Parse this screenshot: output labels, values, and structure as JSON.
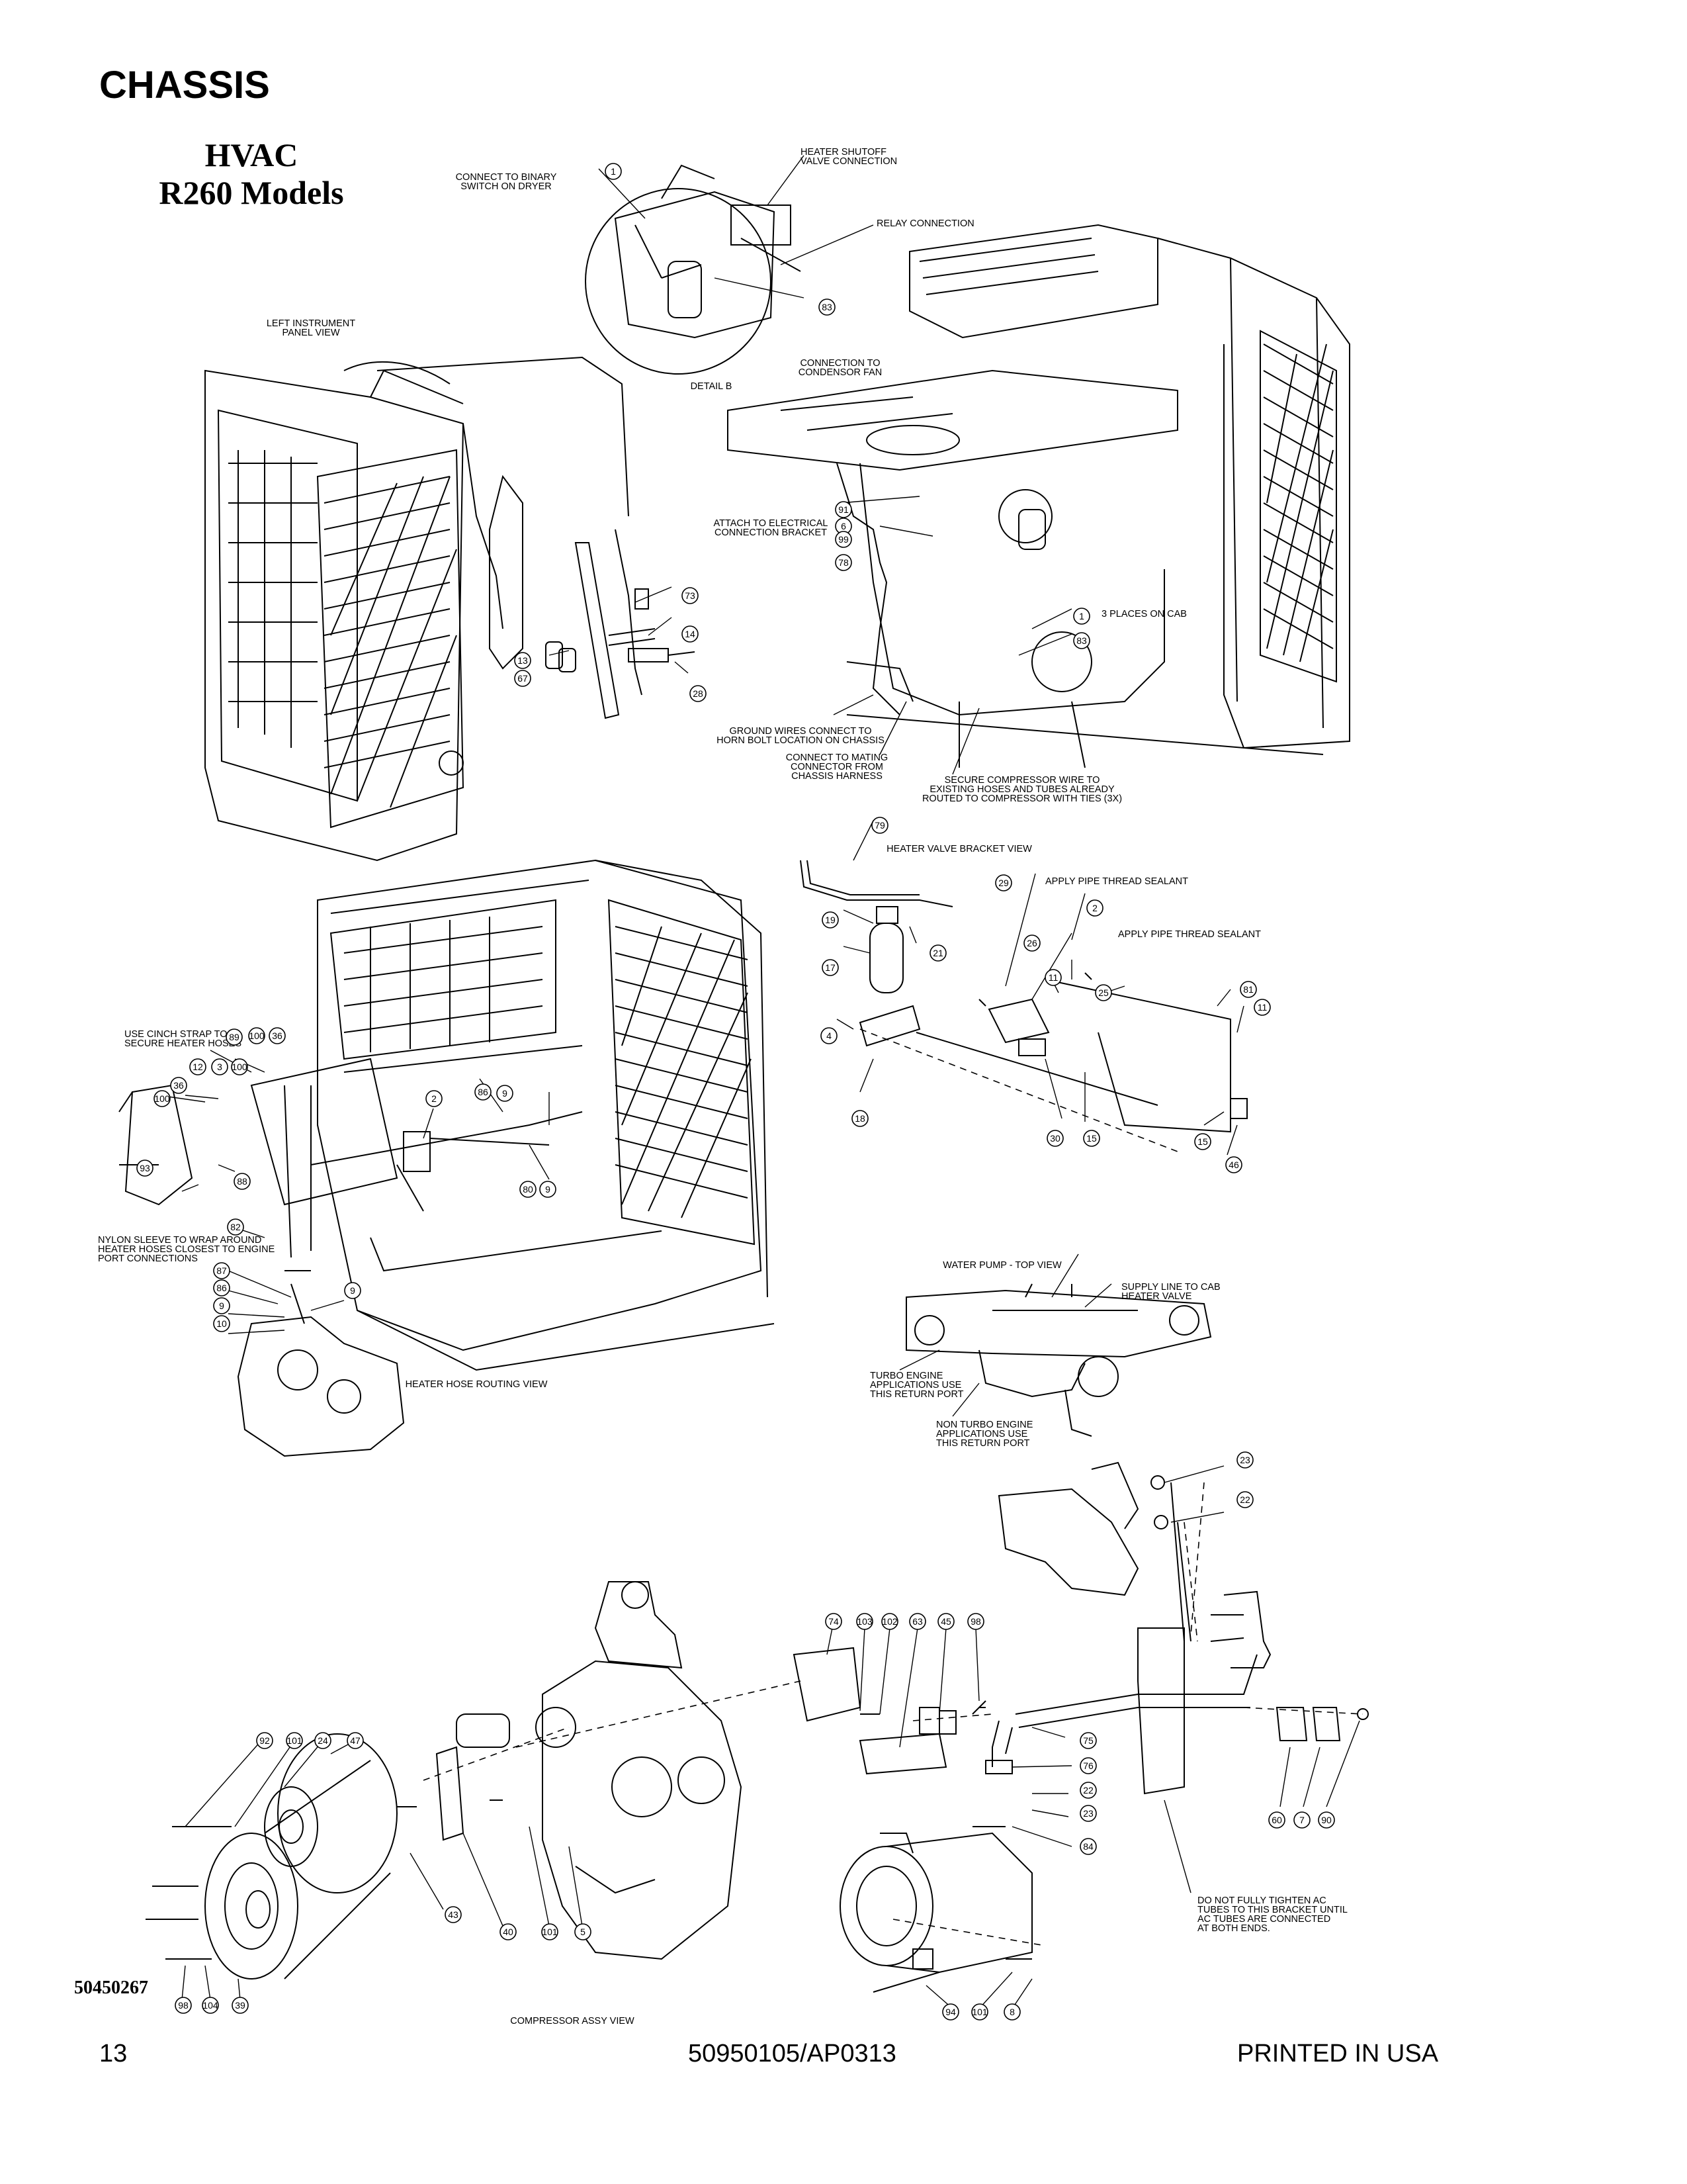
{
  "header": {
    "section": "CHASSIS",
    "title_line1": "HVAC",
    "title_line2": "R260 Models"
  },
  "part_number": "50450267",
  "footer": {
    "page": "13",
    "doc_id": "50950105/AP0313",
    "printed": "PRINTED IN USA"
  },
  "annotations": [
    {
      "id": "connect-binary",
      "lines": [
        "CONNECT TO BINARY",
        "SWITCH ON DRYER"
      ]
    },
    {
      "id": "heater-shutoff",
      "lines": [
        "HEATER SHUTOFF",
        "VALVE CONNECTION"
      ]
    },
    {
      "id": "relay",
      "lines": [
        "RELAY CONNECTION"
      ]
    },
    {
      "id": "left-panel",
      "lines": [
        "LEFT INSTRUMENT",
        "PANEL VIEW"
      ]
    },
    {
      "id": "detail-b",
      "lines": [
        "DETAIL  B"
      ]
    },
    {
      "id": "condensor",
      "lines": [
        "CONNECTION TO",
        "CONDENSOR FAN"
      ]
    },
    {
      "id": "attach-elec",
      "lines": [
        "ATTACH TO ELECTRICAL",
        "CONNECTION BRACKET"
      ]
    },
    {
      "id": "three-places",
      "lines": [
        "3 PLACES ON CAB"
      ]
    },
    {
      "id": "ground-wires",
      "lines": [
        "GROUND WIRES CONNECT TO",
        "HORN BOLT LOCATION ON CHASSIS"
      ]
    },
    {
      "id": "connect-mating",
      "lines": [
        "CONNECT TO MATING",
        "CONNECTOR FROM",
        "CHASSIS HARNESS"
      ]
    },
    {
      "id": "secure-comp",
      "lines": [
        "SECURE COMPRESSOR WIRE TO",
        "EXISTING HOSES AND TUBES ALREADY",
        "ROUTED TO COMPRESSOR WITH TIES (3X)"
      ]
    },
    {
      "id": "heater-valve-bracket",
      "lines": [
        "HEATER VALVE BRACKET VIEW"
      ]
    },
    {
      "id": "pipe-sealant-1",
      "lines": [
        "APPLY PIPE THREAD SEALANT"
      ]
    },
    {
      "id": "pipe-sealant-2",
      "lines": [
        "APPLY PIPE THREAD SEALANT"
      ]
    },
    {
      "id": "cinch-strap",
      "lines": [
        "USE CINCH STRAP TO",
        "SECURE HEATER HOSES"
      ]
    },
    {
      "id": "nylon-sleeve",
      "lines": [
        "NYLON SLEEVE TO WRAP AROUND",
        "HEATER HOSES CLOSEST TO ENGINE",
        "PORT CONNECTIONS"
      ]
    },
    {
      "id": "water-pump",
      "lines": [
        "WATER PUMP - TOP VIEW"
      ]
    },
    {
      "id": "supply-line",
      "lines": [
        "SUPPLY LINE TO CAB",
        "HEATER VALVE"
      ]
    },
    {
      "id": "turbo",
      "lines": [
        "TURBO ENGINE",
        "APPLICATIONS USE",
        "THIS RETURN PORT"
      ]
    },
    {
      "id": "non-turbo",
      "lines": [
        "NON TURBO ENGINE",
        "APPLICATIONS USE",
        "THIS RETURN PORT"
      ]
    },
    {
      "id": "hose-routing",
      "lines": [
        "HEATER HOSE ROUTING VIEW"
      ]
    },
    {
      "id": "no-tighten",
      "lines": [
        "DO NOT FULLY TIGHTEN AC",
        "TUBES TO THIS BRACKET UNTIL",
        "AC TUBES ARE CONNECTED",
        "AT BOTH ENDS."
      ]
    },
    {
      "id": "compressor-assy",
      "lines": [
        "COMPRESSOR ASSY VIEW"
      ]
    }
  ],
  "callouts": {
    "c1a": "1",
    "c83a": "83",
    "c91": "91",
    "c6": "6",
    "c99": "99",
    "c78": "78",
    "c1b": "1",
    "c83b": "83",
    "c73": "73",
    "c14": "14",
    "c28": "28",
    "c13": "13",
    "c67": "67",
    "c79": "79",
    "c19": "19",
    "c21": "21",
    "c17": "17",
    "c4": "4",
    "c18": "18",
    "c29": "29",
    "c2a": "2",
    "c26": "26",
    "c11a": "11",
    "c25": "25",
    "c81": "81",
    "c11b": "11",
    "c30": "30",
    "c15a": "15",
    "c15b": "15",
    "c46": "46",
    "c89": "89",
    "c100a": "100",
    "c36a": "36",
    "c12": "12",
    "c3": "3",
    "c100b": "100",
    "c36b": "36",
    "c100c": "100",
    "c93": "93",
    "c88": "88",
    "c2b": "2",
    "c86a": "86",
    "c9a": "9",
    "c80": "80",
    "c9b": "9",
    "c82": "82",
    "c87": "87",
    "c86b": "86",
    "c9c": "9",
    "c10a": "10",
    "c9d": "9",
    "c23a": "23",
    "c22a": "22",
    "c74": "74",
    "c103": "103",
    "c102": "102",
    "c63": "63",
    "c45": "45",
    "c98a": "98",
    "c92": "92",
    "c101a": "101",
    "c24": "24",
    "c47": "47",
    "c75": "75",
    "c76": "76",
    "c22b": "22",
    "c23b": "23",
    "c84": "84",
    "c60": "60",
    "c7": "7",
    "c90": "90",
    "c43": "43",
    "c40": "40",
    "c101b": "101",
    "c5": "5",
    "c98b": "98",
    "c104": "104",
    "c39": "39",
    "c94": "94",
    "c101c": "101",
    "c8": "8"
  }
}
